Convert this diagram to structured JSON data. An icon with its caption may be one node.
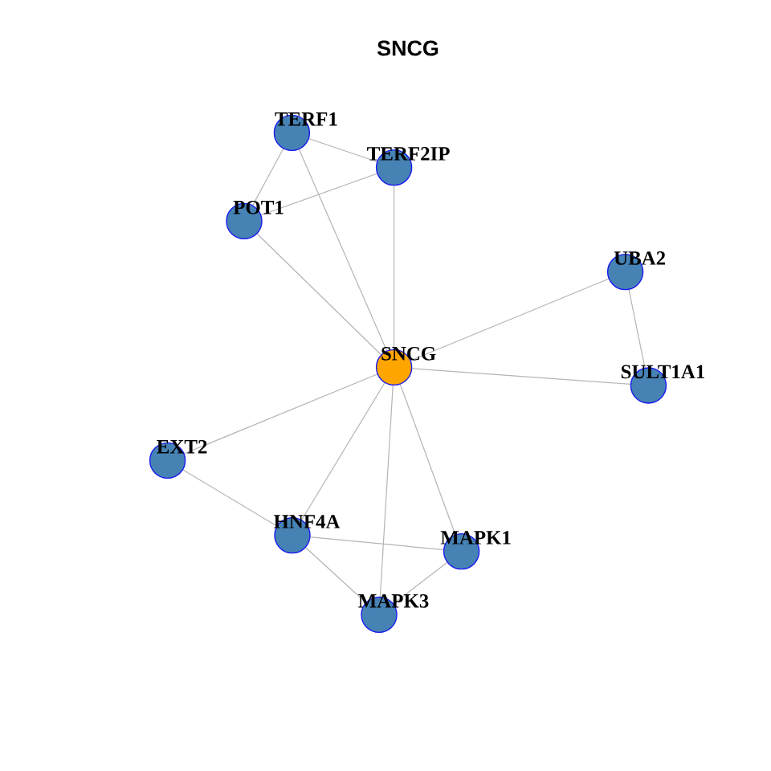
{
  "diagram": {
    "title": "SNCG",
    "nodes": [
      {
        "text": [
          "TERF1"
        ]
      },
      {
        "text": [
          "TERF2IP"
        ]
      },
      {
        "text": [
          "POT1"
        ]
      },
      {
        "text": [
          "UBA2"
        ]
      },
      {
        "text": [
          "SNCG"
        ]
      },
      {
        "text": [
          "SULT1A1"
        ]
      },
      {
        "text": [
          "EXT2"
        ]
      },
      {
        "text": [
          "HNF4A"
        ]
      },
      {
        "text": [
          "MAPK1"
        ]
      },
      {
        "text": [
          "MAPK3"
        ]
      }
    ],
    "edges": [
      {
        "from": 0,
        "to": 1,
        "arrow": "none"
      },
      {
        "from": 0,
        "to": 2,
        "arrow": "none"
      },
      {
        "from": 0,
        "to": 4,
        "arrow": "none"
      },
      {
        "from": 1,
        "to": 2,
        "arrow": "none"
      },
      {
        "from": 1,
        "to": 4,
        "arrow": "none"
      },
      {
        "from": 2,
        "to": 4,
        "arrow": "none"
      },
      {
        "from": 3,
        "to": 4,
        "arrow": "none"
      },
      {
        "from": 3,
        "to": 5,
        "arrow": "none"
      },
      {
        "from": 4,
        "to": 5,
        "arrow": "none"
      },
      {
        "from": 4,
        "to": 6,
        "arrow": "none"
      },
      {
        "from": 4,
        "to": 7,
        "arrow": "none"
      },
      {
        "from": 4,
        "to": 8,
        "arrow": "none"
      },
      {
        "from": 4,
        "to": 9,
        "arrow": "none"
      },
      {
        "from": 6,
        "to": 7,
        "arrow": "none"
      },
      {
        "from": 7,
        "to": 8,
        "arrow": "none"
      },
      {
        "from": 7,
        "to": 9,
        "arrow": "none"
      },
      {
        "from": 8,
        "to": 9,
        "arrow": "none"
      }
    ]
  }
}
